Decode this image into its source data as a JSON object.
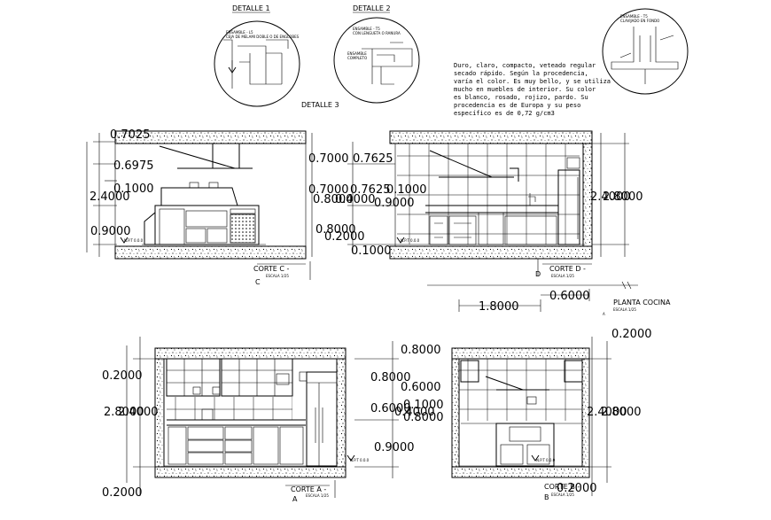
{
  "details": {
    "d1": {
      "title": "DETALLE 1",
      "label_a": "ENSAMBLE - L5",
      "label_b": "CEJA DE MELAMI DOBLE O DE ENGLOBES"
    },
    "d2": {
      "title": "DETALLE 2",
      "label_a": "ENSAMBLE - T5",
      "label_b": "CON LENGUETA O RANURA",
      "label_c": "ENSAMBLE",
      "label_d": "COMPLETO"
    },
    "d3": {
      "title": "DETALLE 3",
      "label_a": "ENSAMBLE - T5",
      "label_b": "CLAVIJADO EN FONDO"
    }
  },
  "note": {
    "lines": [
      "Duro, claro, compacto, veteado regular",
      "secado rápido. Según la procedencia,",
      "varía el color. Es muy bello, y se utiliza",
      "mucho en muebles de interior. Su color",
      "es blanco, rosado, rojizo, pardo. Su",
      "procedencia es de Europa y su peso",
      "específico es de 0,72 g/cm3"
    ]
  },
  "views": {
    "corte_c": {
      "caption": "CORTE C -",
      "caption_sub": "C",
      "scale": "ESCALA 1/25",
      "npt": "N.P.T 0.0.0",
      "dims": [
        "0.7025",
        "0.6975",
        "2.4000",
        "0.1000",
        "0.9000"
      ]
    },
    "corte_d": {
      "caption": "CORTE D -",
      "caption_sub": "D",
      "scale": "ESCALA 1/25",
      "npt": "N.P.T 0.0.0",
      "dims_left": [
        "0.7000",
        "0.7625",
        "0.7000",
        "0.7625",
        "0.1000",
        "0.8000",
        "0.4000",
        "0.9000",
        "0.8000",
        "0.2000",
        "0.1000"
      ],
      "dims_right": [
        "2.4000",
        "2.8000"
      ]
    },
    "planta": {
      "caption": "PLANTA COCINA",
      "caption_sub": "A",
      "scale": "ESCALA 1/25",
      "dims": [
        "1.8000",
        "0.6000"
      ]
    },
    "corte_a": {
      "caption": "CORTE A -",
      "caption_sub": "A",
      "scale": "ESCALA 1/25",
      "npt": "N.P.T 0.0.0",
      "dims_left": [
        "0.2000",
        "2.8000",
        "2.4000",
        "0.2000"
      ],
      "dims_right": [
        "0.8000",
        "0.8000",
        "0.6000",
        "0.6000",
        "0.1000",
        "0.4000",
        "0.8000",
        "0.9000"
      ]
    },
    "corte_b": {
      "caption": "CORTE B -",
      "caption_sub": "B",
      "scale": "ESCALA 1/25",
      "npt": "N.P.T 0.0.0",
      "dims_right": [
        "0.2000",
        "2.4000",
        "2.8000",
        "0.2000"
      ]
    }
  }
}
